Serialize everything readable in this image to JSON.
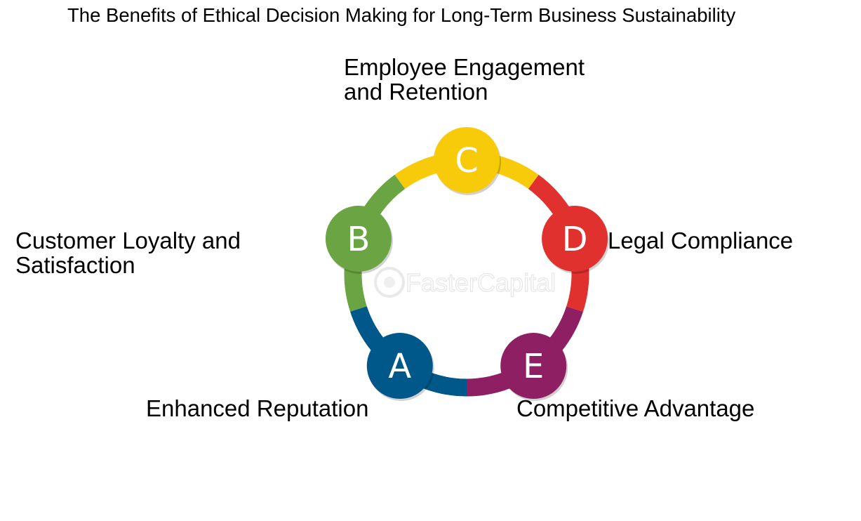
{
  "title": "The Benefits of Ethical Decision Making for Long-Term Business Sustainability",
  "watermark": "FasterCapital",
  "nodes": [
    {
      "letter": "A",
      "label": "Enhanced Reputation",
      "color": "#00578A"
    },
    {
      "letter": "B",
      "label": "Customer Loyalty and Satisfaction",
      "color": "#6BA443"
    },
    {
      "letter": "C",
      "label": "Employee Engagement and Retention",
      "color": "#F7CB0A"
    },
    {
      "letter": "D",
      "label": "Legal Compliance",
      "color": "#E0312E"
    },
    {
      "letter": "E",
      "label": "Competitive Advantage",
      "color": "#8E1F62"
    }
  ]
}
